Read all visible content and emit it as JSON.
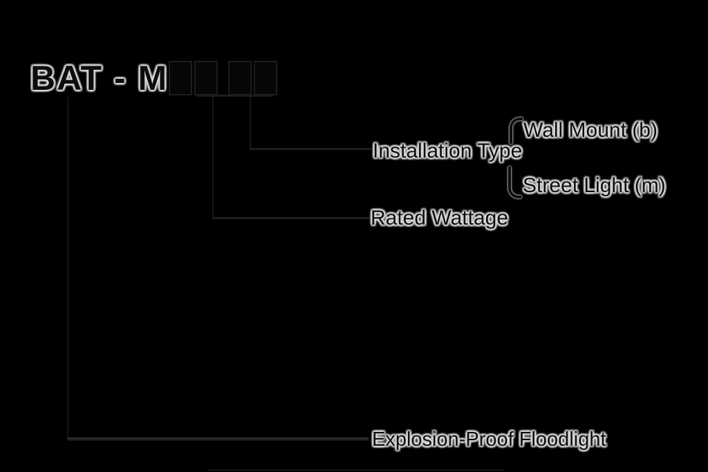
{
  "title": {
    "model_prefix": "BAT - M"
  },
  "placeholders": {
    "count": 4,
    "description": "blank model-code boxes"
  },
  "labels": {
    "installation_type": "Installation Type",
    "wall_mount": "Wall Mount (b)",
    "street_light": "Street Light (m)",
    "rated_wattage": "Rated Wattage",
    "product_name": "Explosion-Proof Floodlight"
  },
  "colors": {
    "background": "#000000",
    "text_fill": "#0d0d0d",
    "text_halo": "#d6d6d6",
    "connector_line": "#1a1a1a"
  }
}
